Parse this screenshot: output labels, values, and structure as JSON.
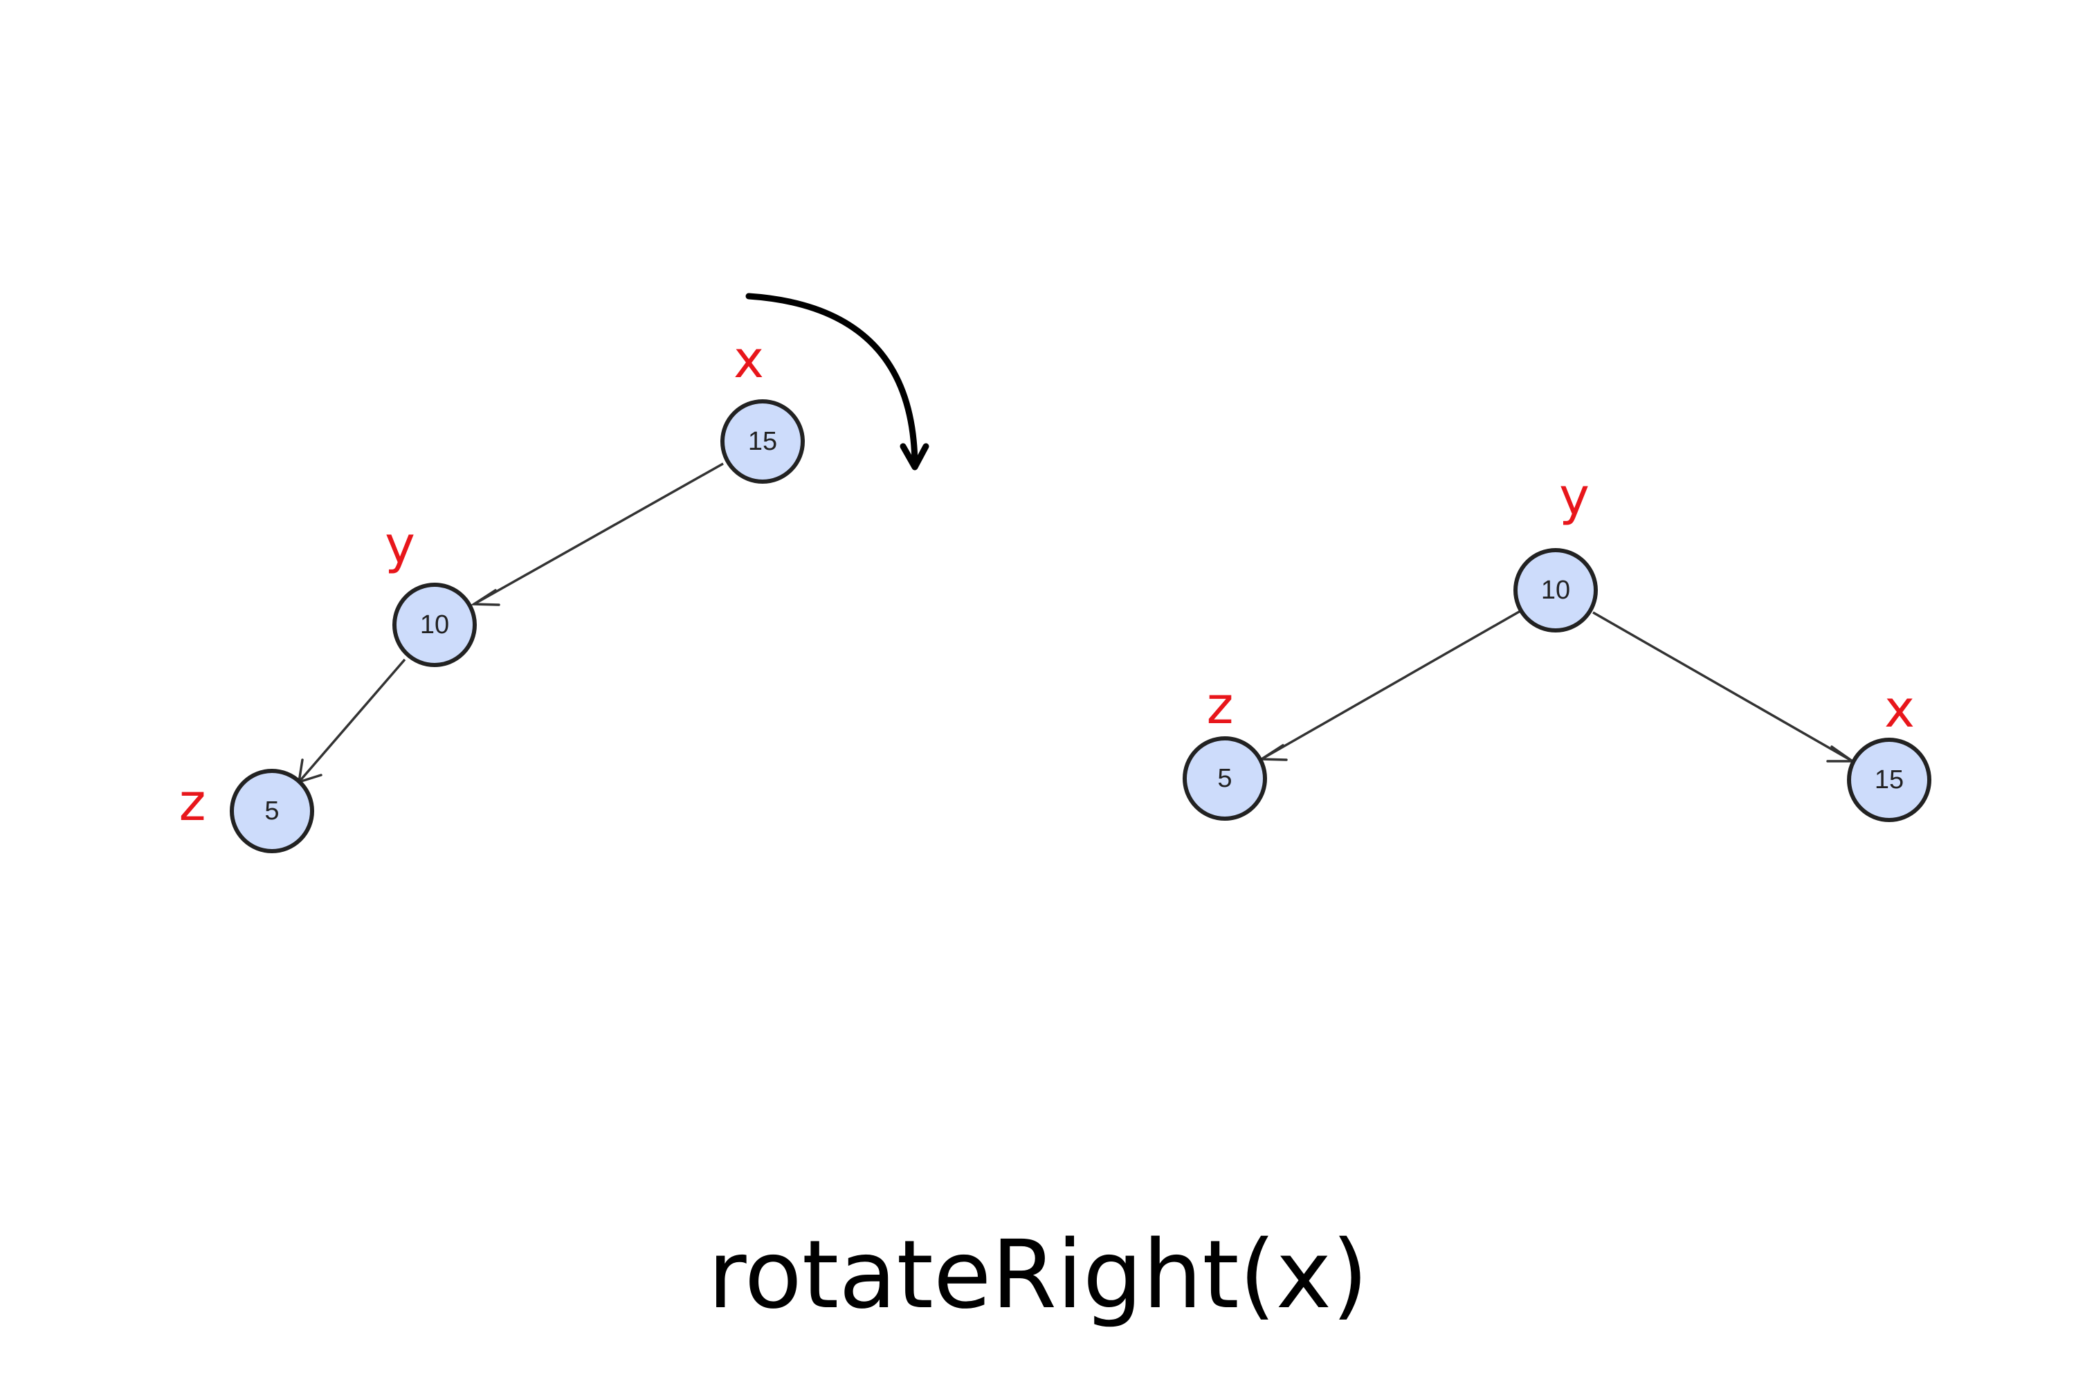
{
  "caption": "rotateRight(x)",
  "colors": {
    "node_fill": "#cddcfb",
    "node_stroke": "#222222",
    "edge": "#333333",
    "label": "#e8161b",
    "rotation_arrow": "#000000"
  },
  "before": {
    "nodes": [
      {
        "id": "x",
        "value": "15",
        "label": "x"
      },
      {
        "id": "y",
        "value": "10",
        "label": "y"
      },
      {
        "id": "z",
        "value": "5",
        "label": "z"
      }
    ],
    "edges": [
      {
        "from": "x",
        "to": "y"
      },
      {
        "from": "y",
        "to": "z"
      }
    ]
  },
  "after": {
    "nodes": [
      {
        "id": "y",
        "value": "10",
        "label": "y"
      },
      {
        "id": "z",
        "value": "5",
        "label": "z"
      },
      {
        "id": "x",
        "value": "15",
        "label": "x"
      }
    ],
    "edges": [
      {
        "from": "y",
        "to": "z"
      },
      {
        "from": "y",
        "to": "x"
      }
    ]
  }
}
